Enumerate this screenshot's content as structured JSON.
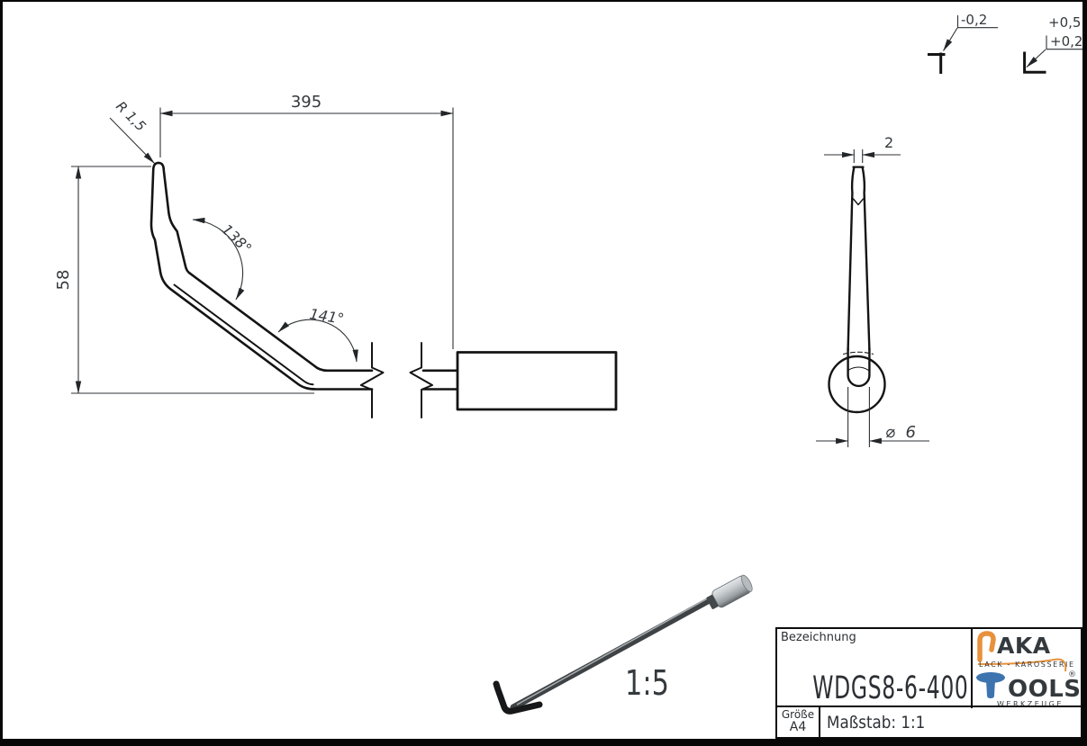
{
  "side_view": {
    "dim_length": "395",
    "dim_height": "58",
    "radius_label": "R 1,5",
    "angle_upper": "138°",
    "angle_lower": "141°"
  },
  "front_view": {
    "dim_tip_width": "2",
    "dim_diameter": "⌀ 6"
  },
  "edge_tolerances": {
    "left": "-0,2",
    "right_upper": "+0,5",
    "right_lower": "+0,2"
  },
  "detail_view": {
    "scale_label": "1:5"
  },
  "title_block": {
    "designation_label": "Bezeichnung",
    "part_number": "WDGS8-6-400",
    "size_label": "Größe",
    "size_value": "A4",
    "scale_label": "Maßstab: 1:1",
    "logo": {
      "brand_top": "AKA",
      "brand_top_sub": "LACK - KAROSSERIE",
      "brand_bottom": "OOLS",
      "brand_bottom_sub": "WERKZEUGE",
      "registered": "®",
      "blue": "#3d74b0",
      "orange": "#e8913c",
      "gray": "#b5b5b5"
    }
  }
}
